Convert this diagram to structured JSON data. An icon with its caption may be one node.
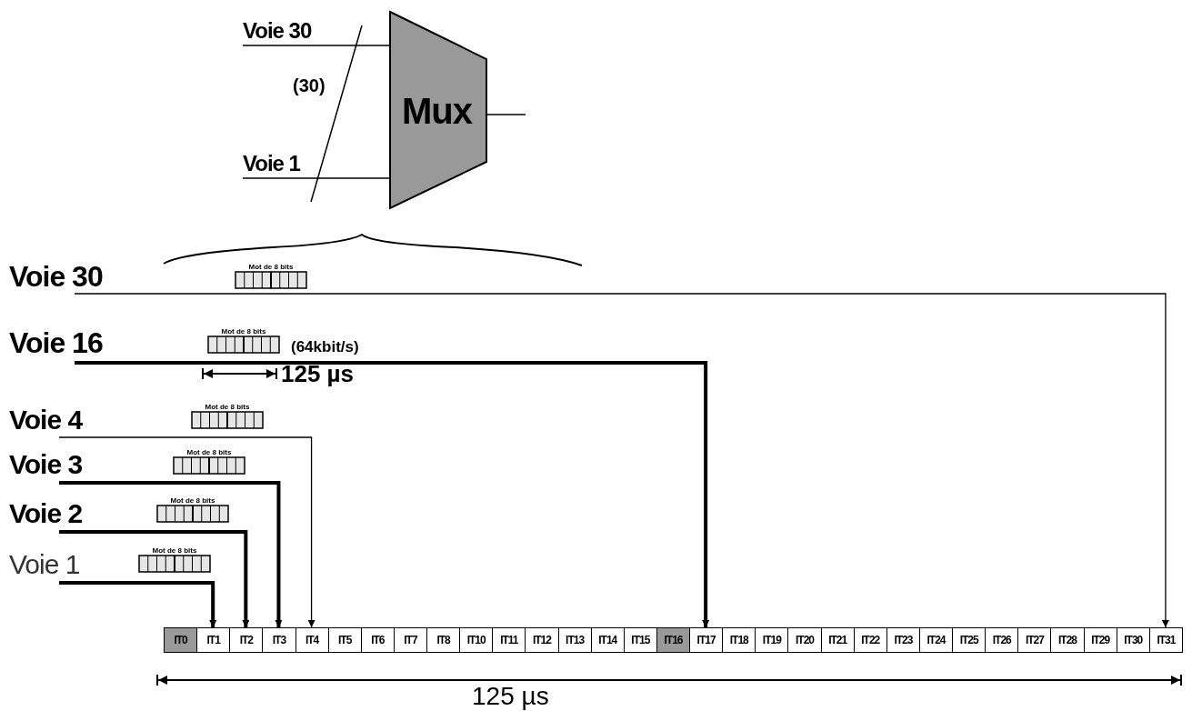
{
  "diagram": {
    "nodes": [
      {
        "text": [
          "Mux"
        ]
      },
      {
        "text": [
          "Voie 30"
        ]
      },
      {
        "text": [
          "Voie 1"
        ]
      },
      {
        "text": [
          "Voie 30"
        ]
      },
      {
        "text": [
          "Voie 16"
        ]
      },
      {
        "text": [
          "Voie 4"
        ]
      },
      {
        "text": [
          "Voie 3"
        ]
      },
      {
        "text": [
          "Voie 2"
        ]
      },
      {
        "text": [
          "Voie 1"
        ]
      },
      {
        "text": [
          "Mot de 8 bits"
        ]
      },
      {
        "text": [
          "Mot de 8 bits"
        ],
        "beside": [
          "(64kbit/s)"
        ]
      },
      {
        "text": [
          "Mot de 8 bits"
        ]
      },
      {
        "text": [
          "Mot de 8 bits"
        ]
      },
      {
        "text": [
          "Mot de 8 bits"
        ]
      },
      {
        "text": [
          "Mot de 8 bits"
        ]
      },
      {
        "text": [
          "IT0"
        ]
      },
      {
        "text": [
          "IT1"
        ]
      },
      {
        "text": [
          "IT2"
        ]
      },
      {
        "text": [
          "IT3"
        ]
      },
      {
        "text": [
          "IT4"
        ]
      },
      {
        "text": [
          "IT5"
        ]
      },
      {
        "text": [
          "IT6"
        ]
      },
      {
        "text": [
          "IT7"
        ]
      },
      {
        "text": [
          "IT8"
        ]
      },
      {
        "text": [
          "IT10"
        ]
      },
      {
        "text": [
          "IT11"
        ]
      },
      {
        "text": [
          "IT12"
        ]
      },
      {
        "text": [
          "IT13"
        ]
      },
      {
        "text": [
          "IT14"
        ]
      },
      {
        "text": [
          "IT15"
        ]
      },
      {
        "text": [
          "IT16"
        ]
      },
      {
        "text": [
          "IT17"
        ]
      },
      {
        "text": [
          "IT18"
        ]
      },
      {
        "text": [
          "IT19"
        ]
      },
      {
        "text": [
          "IT20"
        ]
      },
      {
        "text": [
          "IT21"
        ]
      },
      {
        "text": [
          "IT22"
        ]
      },
      {
        "text": [
          "IT23"
        ]
      },
      {
        "text": [
          "IT24"
        ]
      },
      {
        "text": [
          "IT25"
        ]
      },
      {
        "text": [
          "IT26"
        ]
      },
      {
        "text": [
          "IT27"
        ]
      },
      {
        "text": [
          "IT28"
        ]
      },
      {
        "text": [
          "IT29"
        ]
      },
      {
        "text": [
          "IT30"
        ]
      },
      {
        "text": [
          "IT31"
        ]
      }
    ],
    "edges": [
      {
        "from": 1,
        "to": 0,
        "arrow": "none"
      },
      {
        "from": 2,
        "to": 0,
        "arrow": "none"
      },
      {
        "from": 0,
        "to": null,
        "arrow": "none"
      },
      {
        "from": 3,
        "to": 45,
        "arrow": "to"
      },
      {
        "from": 4,
        "to": 31,
        "arrow": "to",
        "style": "thick"
      },
      {
        "from": 5,
        "to": 19,
        "arrow": "to"
      },
      {
        "from": 6,
        "to": 18,
        "arrow": "to",
        "style": "thick"
      },
      {
        "from": 7,
        "to": 17,
        "arrow": "to",
        "style": "thick"
      },
      {
        "from": 8,
        "to": 16,
        "arrow": "to",
        "style": "thick"
      }
    ],
    "labels": [
      "(30)",
      "125 µs",
      "125 µs"
    ]
  }
}
